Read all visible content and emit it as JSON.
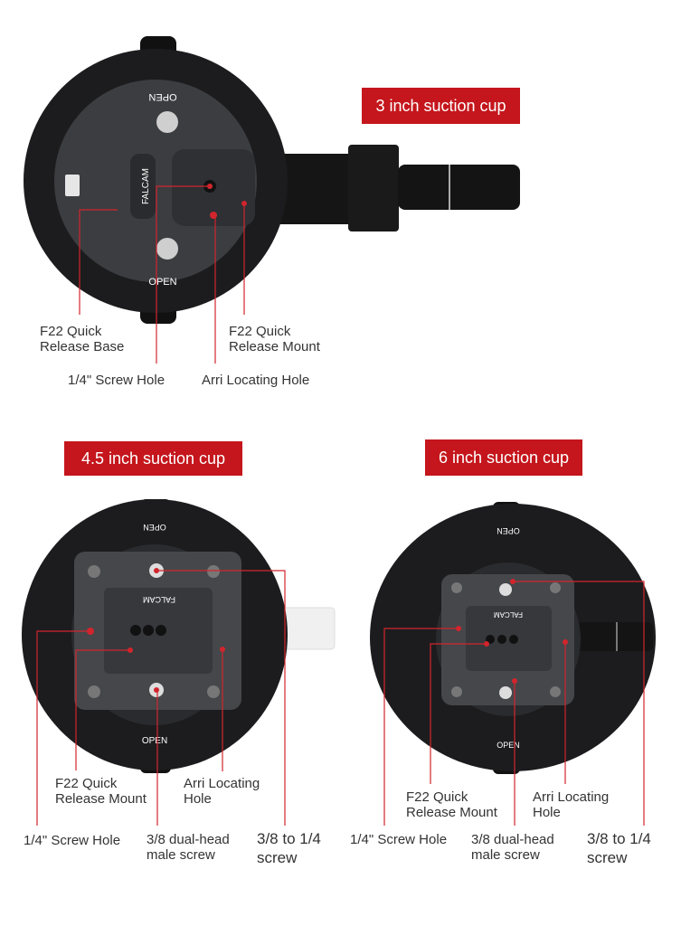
{
  "top": {
    "badge": "3 inch suction cup",
    "brand": "FALCAM",
    "open_top": "OPEN",
    "open_bottom": "OPEN",
    "labels": {
      "base_l1": "F22 Quick",
      "base_l2": "Release Base",
      "mount_l1": "F22 Quick",
      "mount_l2": "Release Mount",
      "screw_hole": "1/4\" Screw Hole",
      "arri": "Arri Locating Hole"
    }
  },
  "left": {
    "badge": "4.5 inch suction cup",
    "brand": "FALCAM",
    "open_top": "OPEN",
    "open_bottom": "OPEN",
    "labels": {
      "mount_l1": "F22 Quick",
      "mount_l2": "Release Mount",
      "arri_l1": "Arri Locating",
      "arri_l2": "Hole",
      "screw_hole": "1/4\" Screw Hole",
      "dual_l1": "3/8 dual-head",
      "dual_l2": "male screw",
      "conv_l1": "3/8 to 1/4",
      "conv_l2": "screw"
    }
  },
  "right": {
    "badge": "6 inch suction cup",
    "brand": "FALCAM",
    "open_top": "OPEN",
    "open_bottom": "OPEN",
    "labels": {
      "mount_l1": "F22 Quick",
      "mount_l2": "Release Mount",
      "arri_l1": "Arri Locating",
      "arri_l2": "Hole",
      "screw_hole": "1/4\" Screw Hole",
      "dual_l1": "3/8 dual-head",
      "dual_l2": "male screw",
      "conv_l1": "3/8 to 1/4",
      "conv_l2": "screw"
    }
  },
  "colors": {
    "accent": "#c4161c",
    "cup": "#1c1c1e",
    "plate": "#4a4c50"
  }
}
